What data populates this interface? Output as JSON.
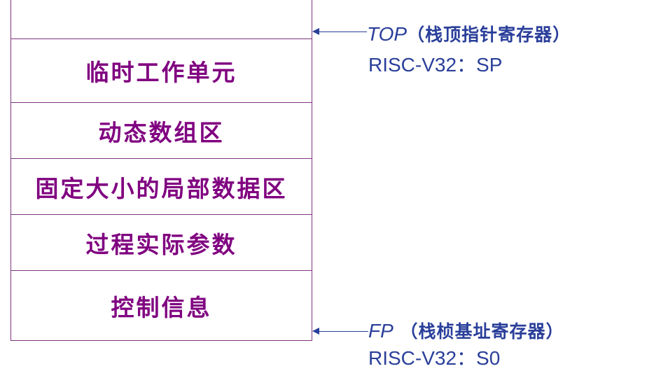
{
  "stack": {
    "cells": [
      "临时工作单元",
      "动态数组区",
      "固定大小的局部数据区",
      "过程实际参数",
      "控制信息"
    ]
  },
  "pointers": {
    "top": {
      "name": "TOP",
      "desc": "（栈顶指针寄存器）",
      "register": "RISC-V32：SP"
    },
    "fp": {
      "name": "FP",
      "desc": " （栈桢基址寄存器）",
      "register": "RISC-V32：S0"
    }
  }
}
